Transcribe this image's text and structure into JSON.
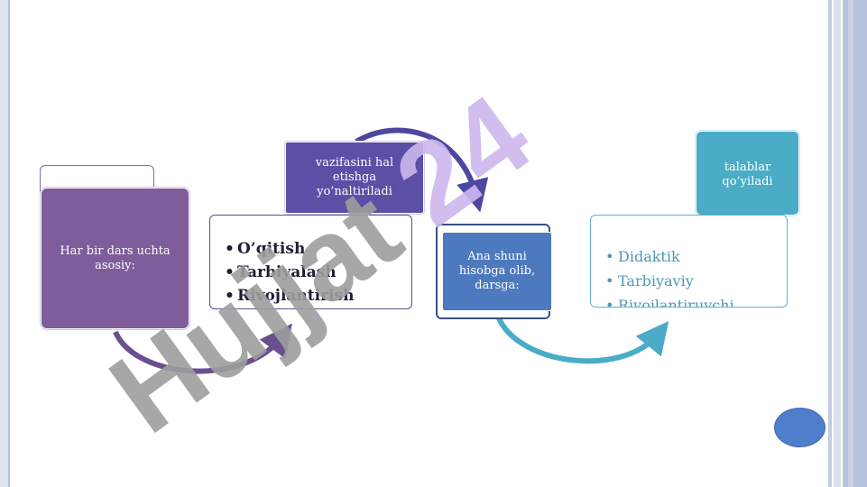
{
  "diagram": {
    "left_box": {
      "text": "Har bir dars uchta asosiy:"
    },
    "top_box": {
      "text": "vazifasini hal etishga yo’naltiriladi"
    },
    "list_1": {
      "items": [
        "O’qitish",
        "Tarbiyalash",
        "Rivojlantirish"
      ]
    },
    "middle_box": {
      "text": "Ana shuni hisobga olib, darsga:"
    },
    "right_top_box": {
      "text": "talablar qo’yiladi"
    },
    "list_2": {
      "items": [
        "Didaktik",
        "Tarbiyaviy",
        "Rivojlantiruvchi"
      ]
    }
  },
  "watermark": {
    "text": "Hujjat 24"
  },
  "colors": {
    "purple": "#7e5d9a",
    "violet": "#5b4fa6",
    "blue": "#4d79bf",
    "teal": "#4aacc6",
    "watermark_gray": "#9e9e9e",
    "watermark_lavender": "#cdb8ee"
  }
}
